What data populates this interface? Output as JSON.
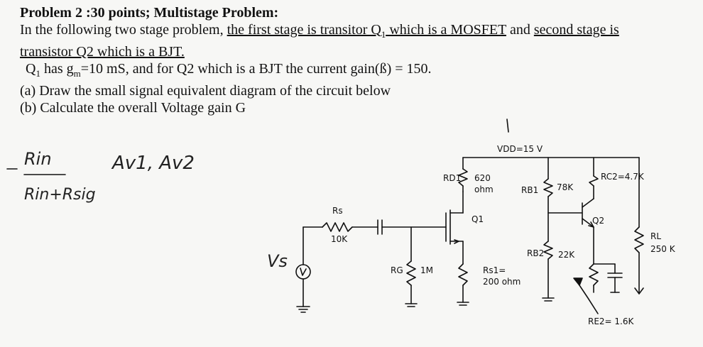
{
  "problem": {
    "title": "Problem 2 :30 points; Multistage Problem:",
    "line1_part1": "In the following two stage problem, ",
    "line1_part2_underlined": "the first stage is transitor Q",
    "line1_part2_sub": "1",
    "line1_part3_underlined": " which is a MOSFET",
    "line1_part4": " and ",
    "line1_part5_underlined": "second stage is",
    "line2_underlined": "transistor Q2 which is a BJT.",
    "line3_q": "Q",
    "line3_q_sub": "1",
    "line3_part1": " has g",
    "line3_gm_sub": "m",
    "line3_part2": "=10 mS, and for Q2 which is a BJT the current gain(ß) = 150.",
    "part_a": "(a) Draw the small signal equivalent diagram of the circuit below",
    "part_b": "(b) Calculate the overall Voltage gain G"
  },
  "handwritten": {
    "fraction_numerator": "Rin",
    "fraction_denominator": "Rin+Rsig",
    "gains": "Av1, Av2",
    "source": "Vs"
  },
  "circuit": {
    "vdd": "VDD=15 V",
    "rd1": "RD1",
    "rd1_value": "620",
    "rd1_unit": "ohm",
    "rb1": "RB1",
    "rb1_value": "78K",
    "rc2": "RC2=4.7K",
    "rs": "Rs",
    "rs_value": "10K",
    "q1": "Q1",
    "q2": "Q2",
    "rg": "RG",
    "rg_value": "1M",
    "rs1": "Rs1=",
    "rs1_value": "200 ohm",
    "rb2": "RB2",
    "rb2_value": "22K",
    "rl": "RL",
    "rl_value": "250 K",
    "re2": "RE2= 1.6K"
  }
}
